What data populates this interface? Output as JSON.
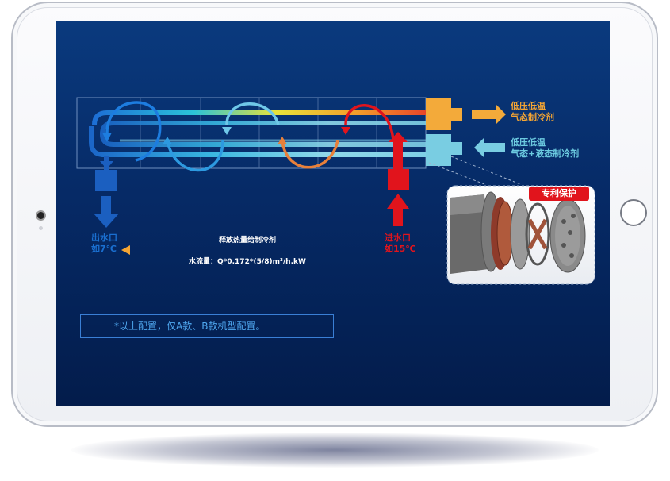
{
  "cold_gas_out": {
    "line1": "低压低温",
    "line2": "气态制冷剂"
  },
  "mixed_in": {
    "line1": "低压低温",
    "line2": "气态+液态制冷剂"
  },
  "water_out": {
    "line1": "出水口",
    "line2": "如7℃"
  },
  "water_in": {
    "line1": "进水口",
    "line2": "如15℃"
  },
  "heat_release": "释放热量给制冷剂",
  "flow_formula": "水流量：Q*0.172*(5/8)m³/h.kW",
  "patent_badge": "专利保护",
  "footnote": "*以上配置，仅A款、B款机型配置。",
  "colors": {
    "orange": "#f5a533",
    "cyan": "#6ccbe0",
    "blue": "#1a6fd0",
    "red": "#e1141c"
  }
}
